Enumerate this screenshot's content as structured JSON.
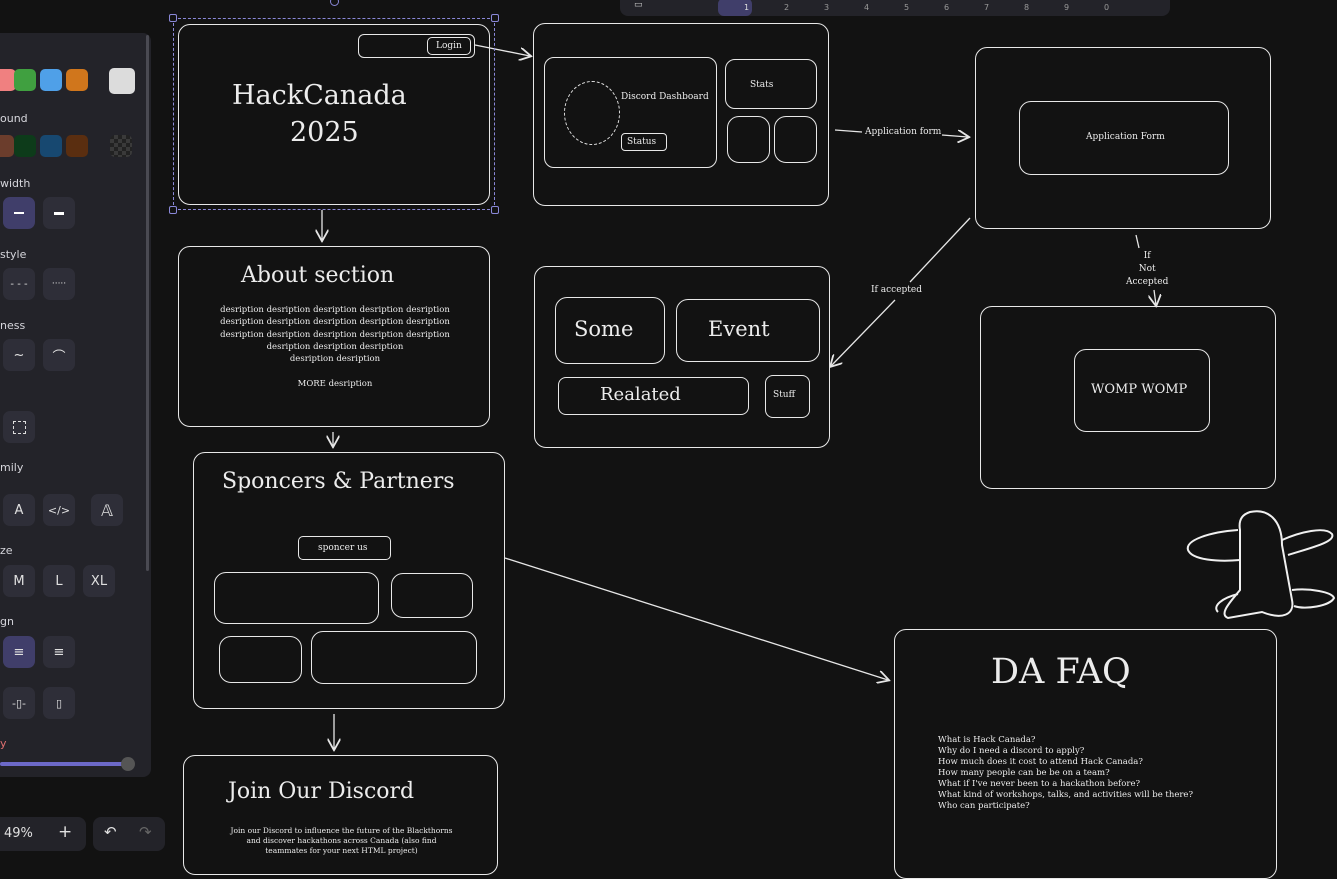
{
  "app": {
    "zoom_label": "49%"
  },
  "toolbar": {
    "shortcuts": [
      "1",
      "2",
      "3",
      "4",
      "5",
      "6",
      "7",
      "8",
      "9",
      "0"
    ]
  },
  "sidebar": {
    "background_label": "ound",
    "stroke_width_label": "width",
    "stroke_style_label": "style",
    "sloppiness_label": "ness",
    "edges_label": "",
    "font_family_label": "mily",
    "font_size_label": "ze",
    "text_align_label": "gn",
    "opacity_label": "y",
    "font_sizes": [
      "M",
      "L",
      "XL"
    ],
    "stroke_colors": [
      "#f08080",
      "#40a040",
      "#4fa0e8",
      "#d0761c",
      "#dcdcdc"
    ],
    "bg_colors": [
      "#6b3d2c",
      "#0d3b1a",
      "#174870",
      "#5a2e10"
    ]
  },
  "hero": {
    "login": "Login",
    "title_line1": "HackCanada",
    "title_line2": "2025"
  },
  "dashboard": {
    "title": "Discord Dashboard",
    "status": "Status",
    "stats": "Stats"
  },
  "arrows": {
    "application_form": "Application form",
    "if_accepted": "If accepted",
    "if_not_accepted": "If\nNot\nAccepted"
  },
  "application": {
    "title": "Application Form"
  },
  "womp": {
    "text": "WOMP WOMP"
  },
  "about": {
    "title": "About section",
    "lines": [
      "desription desription desription desription desription",
      "desription desription desription desription desription",
      "desription desription desription desription desription",
      "desription desription desription",
      "desription desription"
    ],
    "more": "MORE desription"
  },
  "events": {
    "some": "Some",
    "event": "Event",
    "related": "Realated",
    "stuff": "Stuff"
  },
  "sponsors": {
    "title": "Sponcers & Partners",
    "button": "sponcer us"
  },
  "discord": {
    "title": "Join Our Discord",
    "lines": [
      "Join our Discord to influence the future of the Blackthorns",
      "and discover hackathons across Canada (also find",
      "teammates for your next HTML project)"
    ]
  },
  "faq": {
    "title": "DA FAQ",
    "questions": [
      "What is Hack Canada?",
      "Why do I need a discord to apply?",
      "How much does it cost to attend Hack Canada?",
      "How many people can be be on a team?",
      "What if I've never been to a hackathon before?",
      "What kind of workshops, talks, and activities will be there?",
      "Who can participate?"
    ]
  }
}
